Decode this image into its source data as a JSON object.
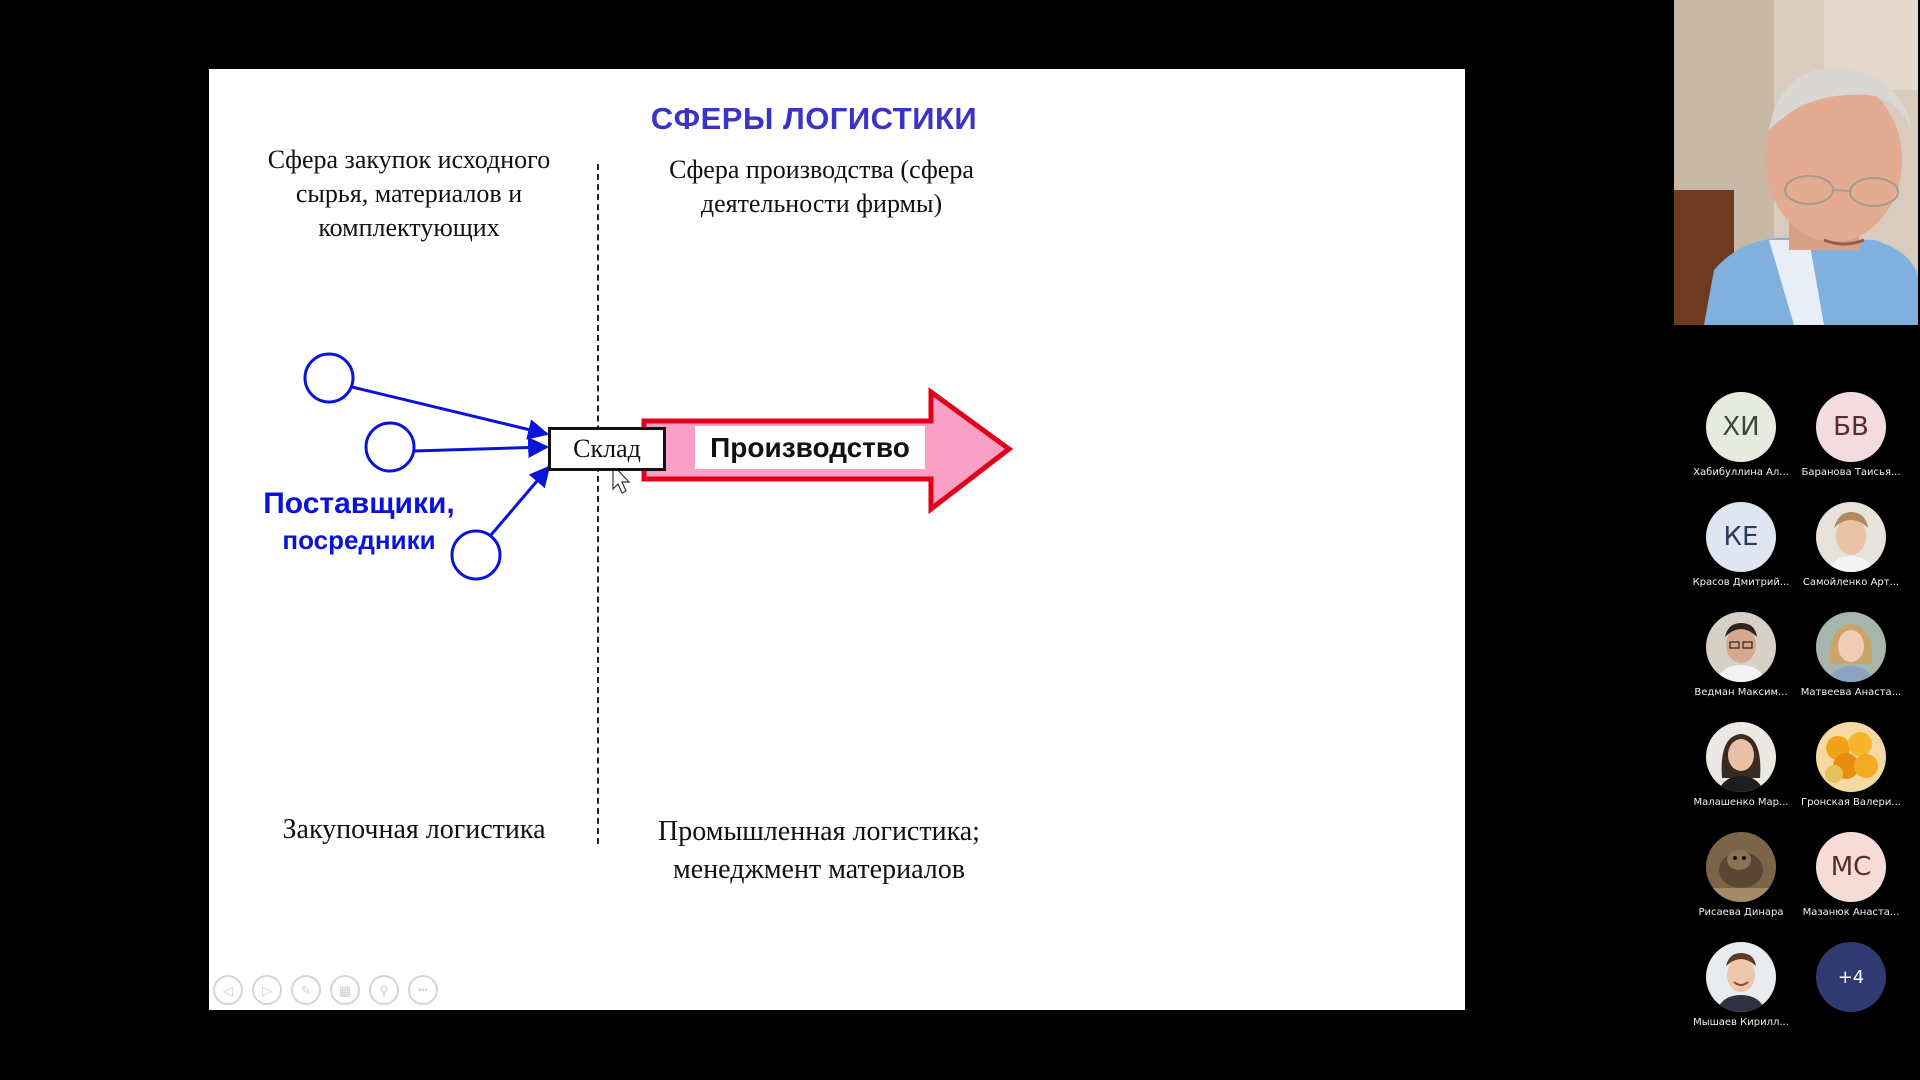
{
  "slide": {
    "title": "СФЕРЫ ЛОГИСТИКИ",
    "left_heading": "Сфера закупок исходного сырья, материалов и комплектующих",
    "right_heading": "Сфера производства (сфера деятельности фирмы)",
    "suppliers_line1": "Поставщики,",
    "suppliers_line2": "посредники",
    "warehouse": "Склад",
    "production": "Производство",
    "left_footer": "Закупочная логистика",
    "right_footer": "Промышленная логистика; менеджмент материалов"
  },
  "colors": {
    "title": "#3b32c8",
    "suppliers": "#0a14d6",
    "arrow_fill": "#f7a0c4",
    "arrow_stroke": "#e0001a",
    "background": "#000000"
  },
  "slide_controls": [
    {
      "icon": "previous-icon",
      "glyph": "◁"
    },
    {
      "icon": "next-icon",
      "glyph": "▷"
    },
    {
      "icon": "pen-icon",
      "glyph": "✎"
    },
    {
      "icon": "slides-grid-icon",
      "glyph": "▦"
    },
    {
      "icon": "zoom-icon",
      "glyph": "⚲"
    },
    {
      "icon": "more-icon",
      "glyph": "•••"
    }
  ],
  "participants": [
    {
      "name": "Хабибуллина Ал...",
      "initials": "ХИ",
      "avatar_bg": "#e6eadf",
      "avatar_fg": "#3f4a35"
    },
    {
      "name": "Баранова Таисья...",
      "initials": "БВ",
      "avatar_bg": "#f2dcdf",
      "avatar_fg": "#5a2c34"
    },
    {
      "name": "Красов Дмитрий...",
      "initials": "КЕ",
      "avatar_bg": "#dfe6f2",
      "avatar_fg": "#2b3a5a"
    },
    {
      "name": "Самойленко Арт...",
      "initials": "",
      "photo": "face-light"
    },
    {
      "name": "Ведман Максим...",
      "initials": "",
      "photo": "face-glasses"
    },
    {
      "name": "Матвеева Анаста...",
      "initials": "",
      "photo": "face-blonde"
    },
    {
      "name": "Малашенко Мар...",
      "initials": "",
      "photo": "face-dark-hair"
    },
    {
      "name": "Гронская Валери...",
      "initials": "",
      "photo": "fruit"
    },
    {
      "name": "Рисаева Динара",
      "initials": "",
      "photo": "animal"
    },
    {
      "name": "Мазанюк Анаста...",
      "initials": "МС",
      "avatar_bg": "#f6dcd6",
      "avatar_fg": "#5a2c24"
    },
    {
      "name": "Мышаев Кирилл...",
      "initials": "",
      "photo": "face-smile"
    },
    {
      "name": "",
      "initials": "+4",
      "avatar_bg": "#2f3a73",
      "avatar_fg": "#ffffff"
    }
  ]
}
